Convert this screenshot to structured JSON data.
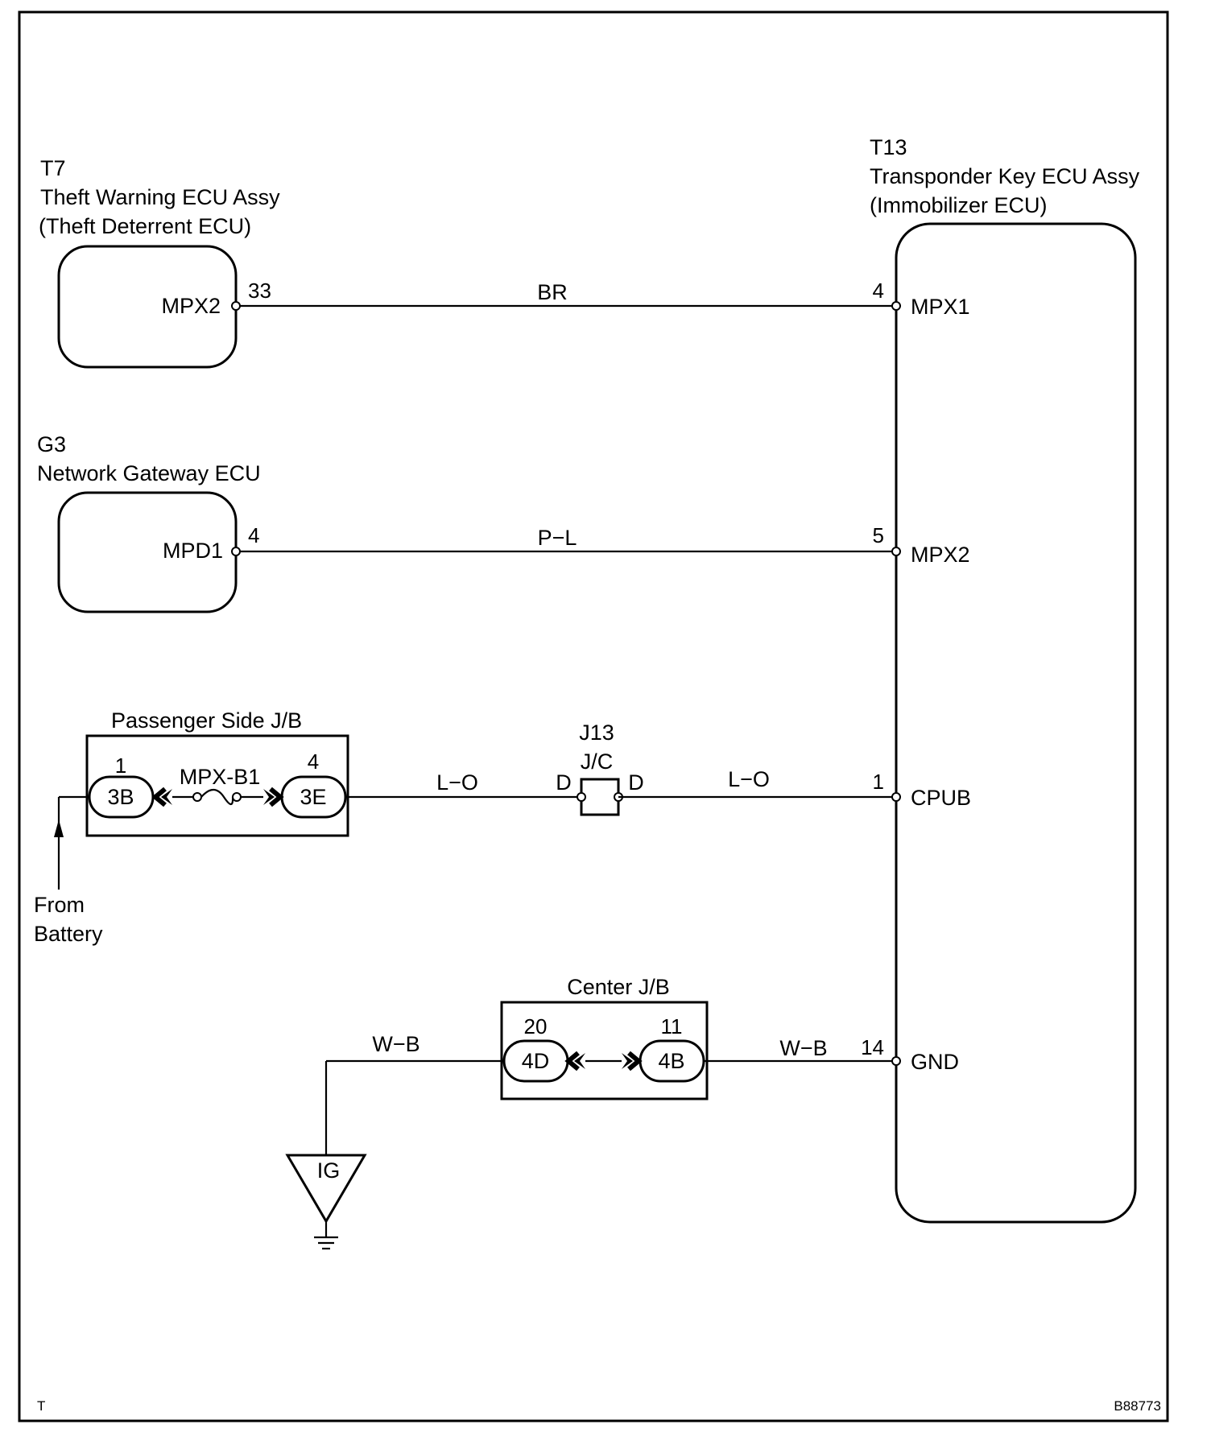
{
  "components": {
    "t7": {
      "code": "T7",
      "name": "Theft Warning ECU Assy",
      "subname": "(Theft Deterrent ECU)",
      "pin_label": "MPX2",
      "pin_number": "33"
    },
    "g3": {
      "code": "G3",
      "name": "Network Gateway ECU",
      "pin_label": "MPD1",
      "pin_number": "4"
    },
    "t13": {
      "code": "T13",
      "name": "Transponder Key ECU Assy",
      "subname": "(Immobilizer ECU)",
      "pins": [
        {
          "number": "4",
          "label": "MPX1"
        },
        {
          "number": "5",
          "label": "MPX2"
        },
        {
          "number": "1",
          "label": "CPUB"
        },
        {
          "number": "14",
          "label": "GND"
        }
      ]
    },
    "passenger_jb": {
      "name": "Passenger Side J/B",
      "left_connector": "3B",
      "left_pin": "1",
      "right_connector": "3E",
      "right_pin": "4",
      "fuse": "MPX-B1"
    },
    "j13": {
      "code": "J13",
      "type": "J/C",
      "left_pin": "D",
      "right_pin": "D"
    },
    "center_jb": {
      "name": "Center J/B",
      "left_connector": "4D",
      "left_pin": "20",
      "right_connector": "4B",
      "right_pin": "11"
    },
    "ground": {
      "label": "IG"
    },
    "battery": {
      "line1": "From",
      "line2": "Battery"
    }
  },
  "wires": {
    "br": "BR",
    "pl": "P−L",
    "lo_left": "L−O",
    "lo_right": "L−O",
    "wb_left": "W−B",
    "wb_right": "W−B"
  },
  "footer": {
    "left": "T",
    "right": "B88773"
  }
}
